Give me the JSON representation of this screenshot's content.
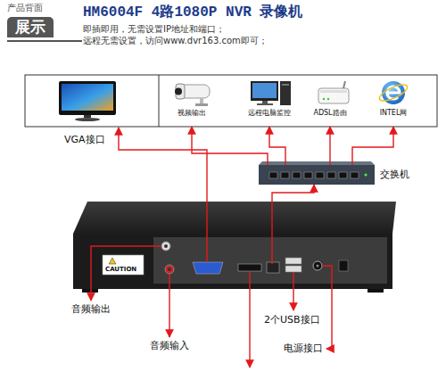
{
  "diagram": {
    "title": "HM6004F 4路1080P NVR 录像机",
    "nodes": [
      {
        "text": [
          "视频输出"
        ]
      },
      {
        "text": [
          "远程电脑监控"
        ]
      },
      {
        "text": [
          "ADSL路由"
        ]
      },
      {
        "text": [
          "INTEL网"
        ]
      },
      {
        "text": [
          "交换机"
        ]
      },
      {
        "text": [
          "CAUTION"
        ]
      }
    ],
    "edges": [
      {
        "from": 4,
        "to": 0,
        "arrow": "to"
      },
      {
        "from": 4,
        "to": 1,
        "arrow": "to"
      },
      {
        "from": 4,
        "to": 2,
        "arrow": "to"
      },
      {
        "from": 4,
        "to": 3,
        "arrow": "to"
      },
      {
        "from": 5,
        "to": 4,
        "arrow": "to"
      }
    ],
    "labels": [
      "产品背面",
      "展示",
      "即插即用，无需设置IP地址和端口；",
      "远程无需设置，访问www.dvr163.com即可；",
      "VGA接口",
      "音频输出",
      "音频输入",
      "2个USB接口",
      "电源接口"
    ]
  }
}
